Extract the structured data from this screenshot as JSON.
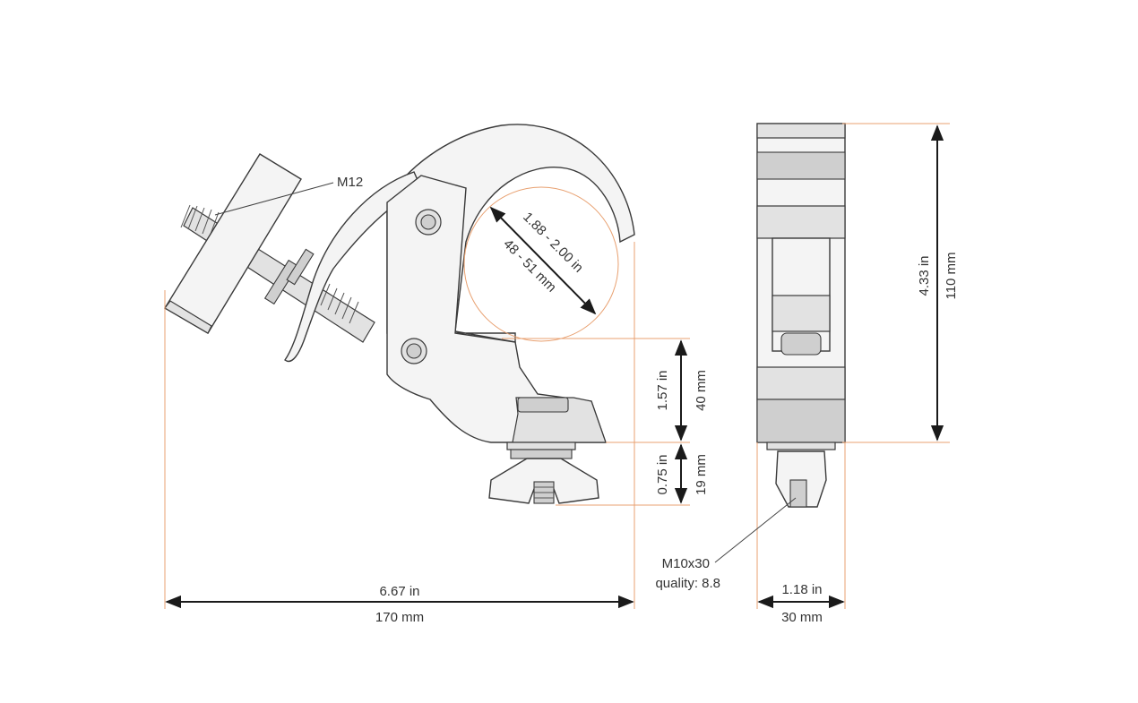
{
  "colors": {
    "extension_line": "#e8a070",
    "dimension_line": "#1a1a1a",
    "part_fill": "#f4f4f4",
    "outline": "#3a3a3a",
    "text": "#333333"
  },
  "labels": {
    "bolt_thread": "M12",
    "tube_range_in": "1.88 - 2.00 in",
    "tube_range_mm": "48 - 51 mm",
    "jaw_height_in": "1.57 in",
    "jaw_height_mm": "40 mm",
    "wing_nut_in": "0.75 in",
    "wing_nut_mm": "19 mm",
    "total_length_in": "6.67 in",
    "total_length_mm": "170 mm",
    "height_in": "4.33 in",
    "height_mm": "110 mm",
    "width_in": "1.18 in",
    "width_mm": "30 mm",
    "bottom_bolt": "M10x30",
    "bolt_quality": "quality: 8.8"
  }
}
